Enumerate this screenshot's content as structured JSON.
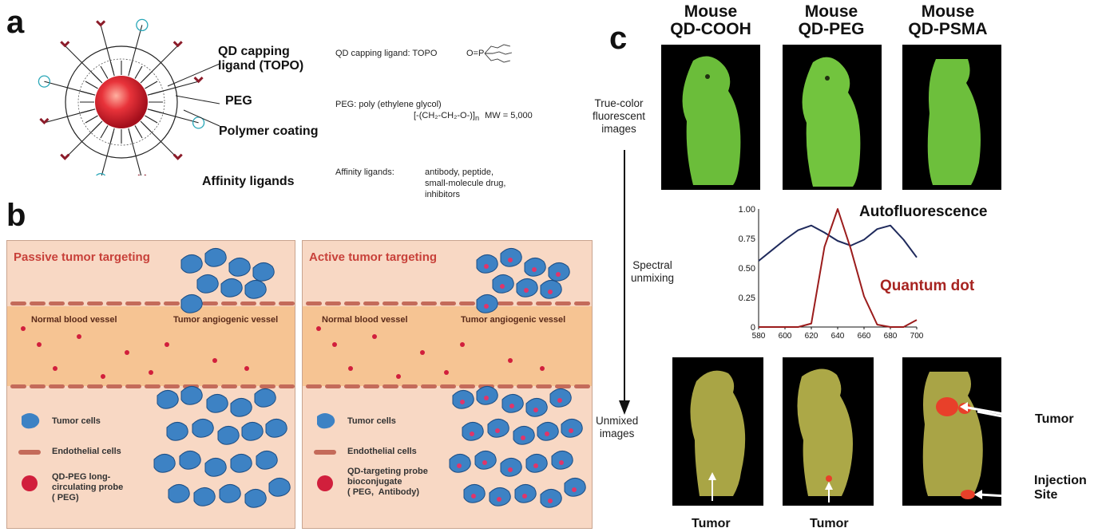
{
  "panel_a": {
    "letter": "a",
    "labels": {
      "capping": "QD capping\nligand (TOPO)",
      "peg": "PEG",
      "polymer": "Polymer coating",
      "affinity": "Affinity ligands"
    },
    "defs": {
      "topo_key": "QD capping ligand: TOPO",
      "topo_formula": "O=P",
      "peg_key": "PEG: poly (ethylene glycol)",
      "peg_formula": "[-(CH₂-CH₂-O-)]",
      "peg_sub": "n",
      "peg_mw": "MW = 5,000",
      "aff_key": "Affinity ligands:",
      "aff_list": "antibody, peptide,\nsmall-molecule drug,\ninhibitors"
    }
  },
  "panel_b": {
    "letter": "b",
    "passive": {
      "title": "Passive tumor targeting",
      "normal": "Normal blood vessel",
      "tumor": "Tumor angiogenic vessel",
      "legend_tumor": "Tumor cells",
      "legend_endo": "Endothelial cells",
      "legend_probe": "QD-PEG long-\ncirculating probe\n( PEG)"
    },
    "active": {
      "title": "Active tumor targeting",
      "normal": "Normal blood vessel",
      "tumor": "Tumor angiogenic vessel",
      "legend_tumor": "Tumor cells",
      "legend_endo": "Endothelial cells",
      "legend_probe": "QD-targeting probe\nbioconjugate\n( PEG,  Antibody)"
    }
  },
  "panel_c": {
    "letter": "c",
    "headers": [
      "Mouse\nQD-COOH",
      "Mouse\nQD-PEG",
      "Mouse\nQD-PSMA"
    ],
    "row_label_top": "True-color\nfluorescent\nimages",
    "row_label_mid": "Spectral\nunmixing",
    "row_label_bot": "Unmixed\nimages",
    "tumor_labels": [
      "Tumor",
      "Tumor"
    ],
    "right_tumor": "Tumor",
    "injection": "Injection\nSite",
    "colors": {
      "auto": "#1f2a5c",
      "qd": "#9b1c1c",
      "green": "#7fcf4a",
      "yellow": "#b9b34c",
      "red": "#e8402a"
    }
  },
  "chart_data": {
    "type": "line",
    "x": [
      580,
      590,
      600,
      610,
      620,
      630,
      640,
      650,
      660,
      670,
      680,
      690,
      700
    ],
    "series": [
      {
        "name": "Autofluorescence",
        "values": [
          0.56,
          0.65,
          0.74,
          0.82,
          0.86,
          0.8,
          0.73,
          0.69,
          0.74,
          0.83,
          0.86,
          0.74,
          0.59
        ]
      },
      {
        "name": "Quantum dot",
        "values": [
          0,
          0,
          0,
          0,
          0.03,
          0.68,
          1.0,
          0.66,
          0.26,
          0.02,
          0,
          0,
          0.06
        ]
      }
    ],
    "xticks": [
      "580",
      "600",
      "620",
      "640",
      "660",
      "680",
      "700"
    ],
    "yticks": [
      "0",
      "0.25",
      "0.50",
      "0.75",
      "1.00"
    ],
    "xlim": [
      580,
      700
    ],
    "ylim": [
      0,
      1
    ],
    "title": "",
    "xlabel": "",
    "ylabel": ""
  }
}
